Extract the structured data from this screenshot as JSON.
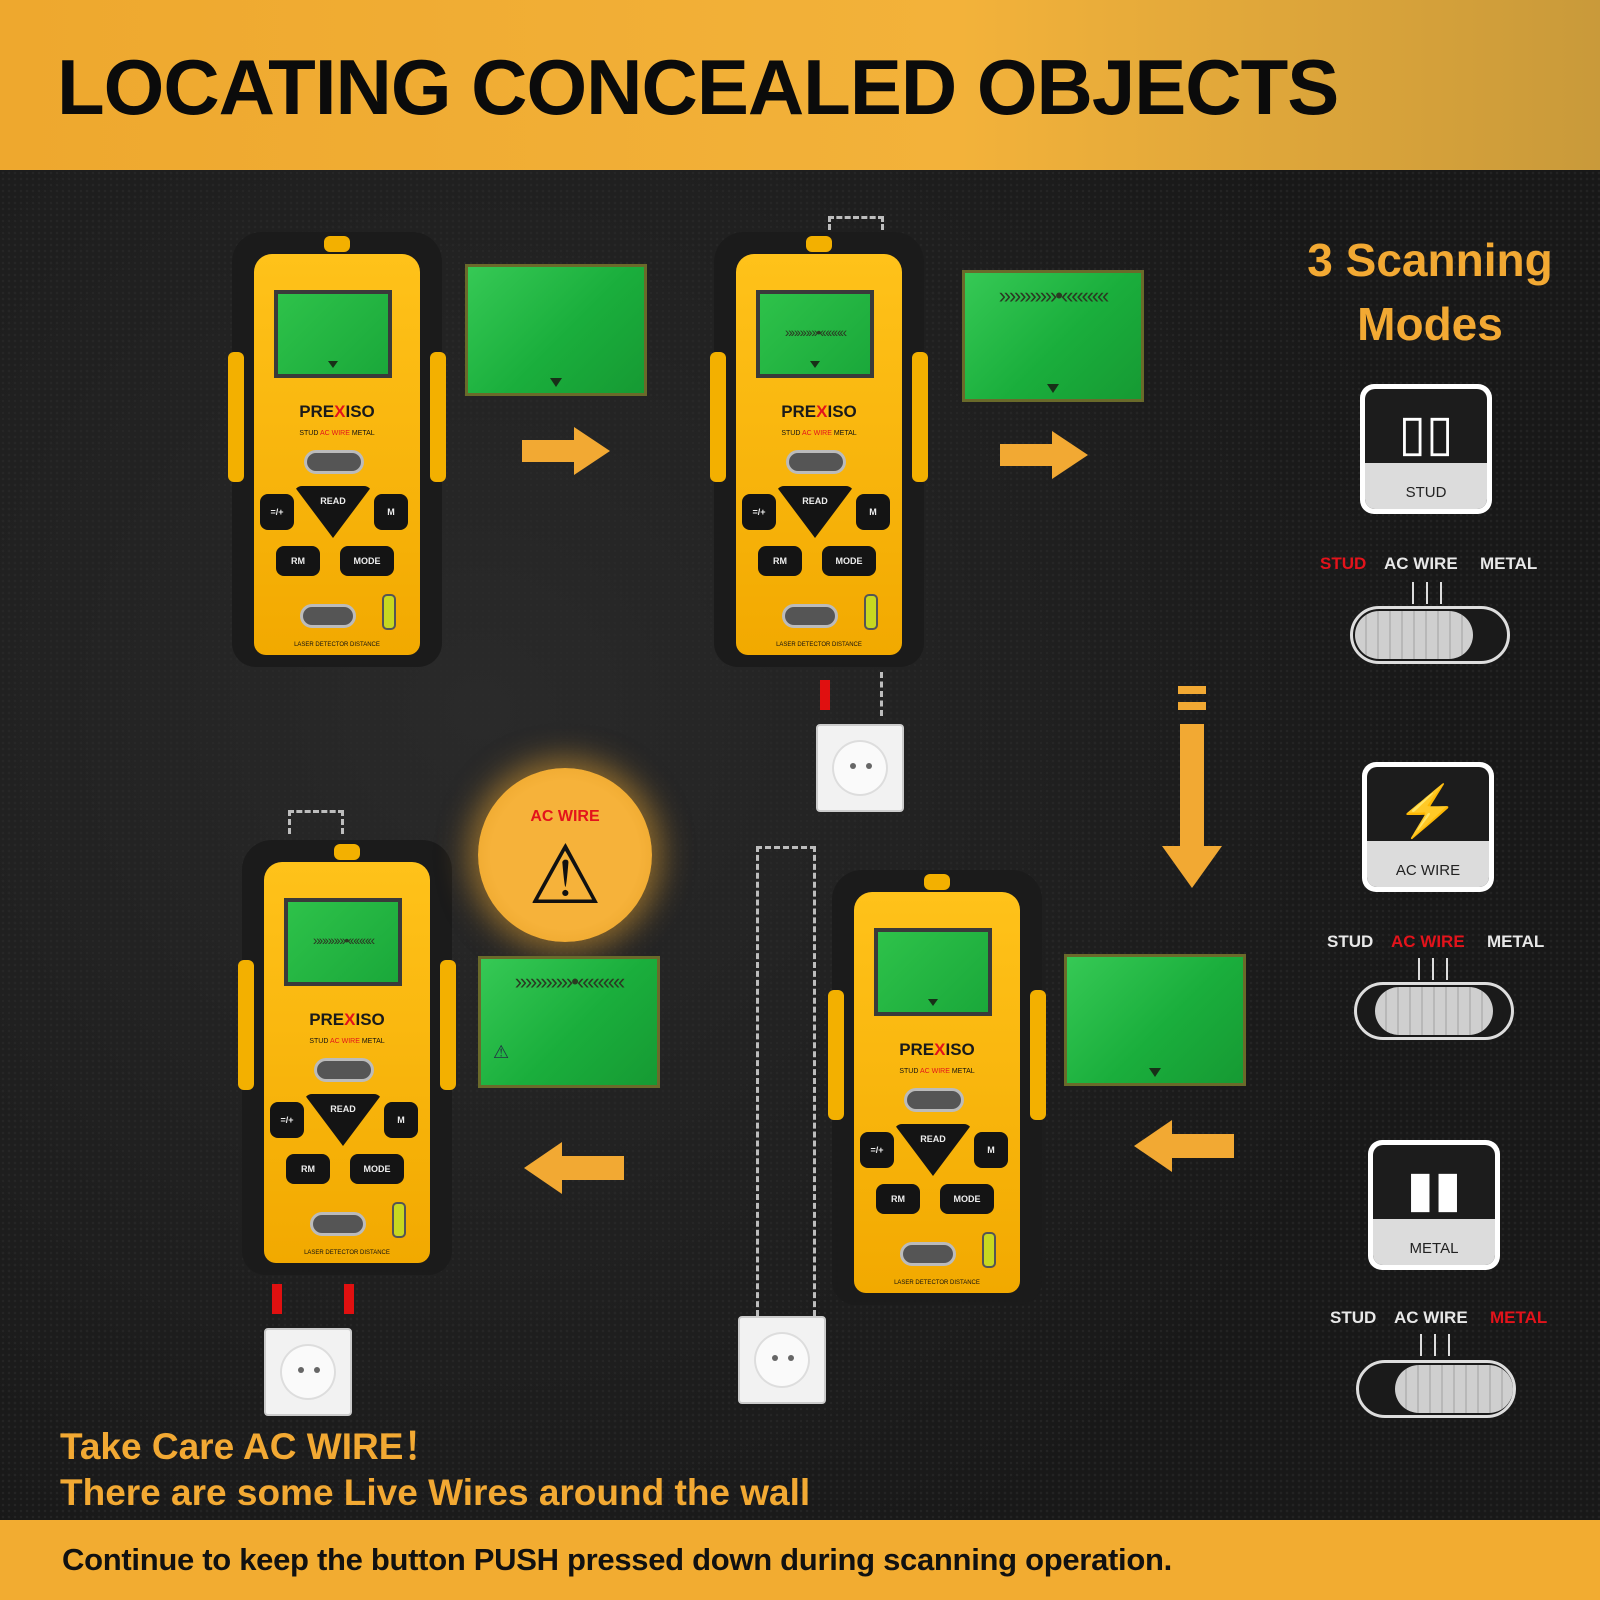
{
  "title": "LOCATING CONCEALED OBJECTS",
  "footer": "Continue to keep the button PUSH pressed down during scanning operation.",
  "device": {
    "brand_pre": "PRE",
    "brand_x": "X",
    "brand_post": "ISO",
    "stud": "STUD",
    "acwire": "AC WIRE",
    "metal": "METAL",
    "read": "READ",
    "pm": "=/+",
    "m": "M",
    "rm": "RM",
    "mode": "MODE",
    "bottom": "LASER DETECTOR DISTANCE"
  },
  "bubble_label": "AC WIRE",
  "modes_title_1": "3 Scanning",
  "modes_title_2": "Modes",
  "modes": [
    {
      "label": "STUD",
      "stud": "STUD",
      "acwire": "AC WIRE",
      "metal": "METAL"
    },
    {
      "label": "AC WIRE",
      "stud": "STUD",
      "acwire": "AC WIRE",
      "metal": "METAL"
    },
    {
      "label": "METAL",
      "stud": "STUD",
      "acwire": "AC WIRE",
      "metal": "METAL"
    }
  ],
  "note_1": "Take Care AC WIRE！",
  "note_2": "There are some Live Wires around the wall",
  "colors": {
    "accent": "#f2a933",
    "active": "#e3131b",
    "screen": "#1aae3c"
  }
}
